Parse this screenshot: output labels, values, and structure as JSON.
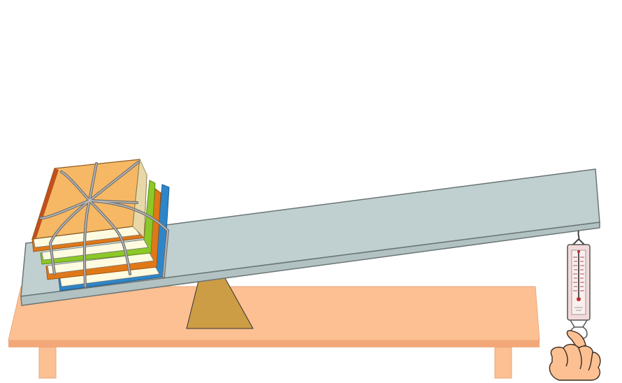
{
  "scene": {
    "objects": [
      "table",
      "wedge-fulcrum",
      "lever-board",
      "book-stack",
      "spring-scale",
      "hand"
    ],
    "colors": {
      "table_top": "#FCC092",
      "table_edge": "#F2A878",
      "table_legs": "#FCC092",
      "fulcrum": "#CC9D45",
      "board": "#C0CFCF",
      "board_edge": "#707A7A",
      "book_top_cover": "#F6B864",
      "book_pages": "#FFFBE0",
      "book_spines": [
        "#E07818",
        "#8CC828",
        "#E07818",
        "#2E86C8"
      ],
      "string": "#6E6E6E",
      "scale_body": "#F2DADA",
      "scale_tick": "#B05050",
      "hand": "#FCC092"
    }
  }
}
